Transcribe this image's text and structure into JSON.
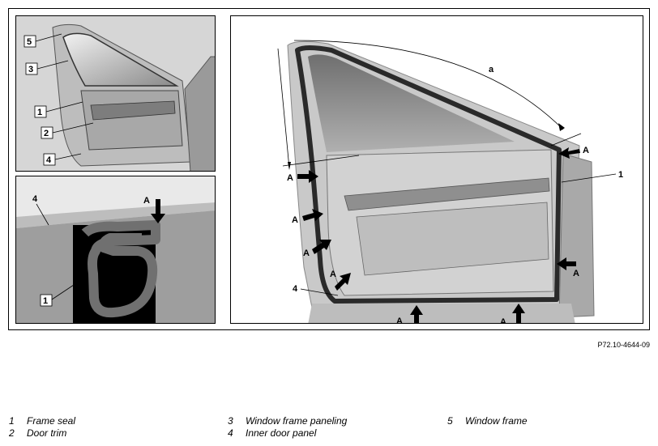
{
  "figure_ref": "P72.10-4644-09",
  "callouts": {
    "top": [
      "5",
      "3",
      "1",
      "2",
      "4"
    ],
    "seal": {
      "arrow": "A",
      "c4": "4",
      "c1": "1"
    },
    "main": {
      "a": "a",
      "one": "1",
      "four": "4",
      "arrow": "A"
    }
  },
  "legend": [
    {
      "num": "1",
      "text": "Frame seal"
    },
    {
      "num": "2",
      "text": "Door trim"
    },
    {
      "num": "3",
      "text": "Window frame paneling"
    },
    {
      "num": "4",
      "text": "Inner door panel"
    },
    {
      "num": "5",
      "text": "Window frame"
    }
  ]
}
